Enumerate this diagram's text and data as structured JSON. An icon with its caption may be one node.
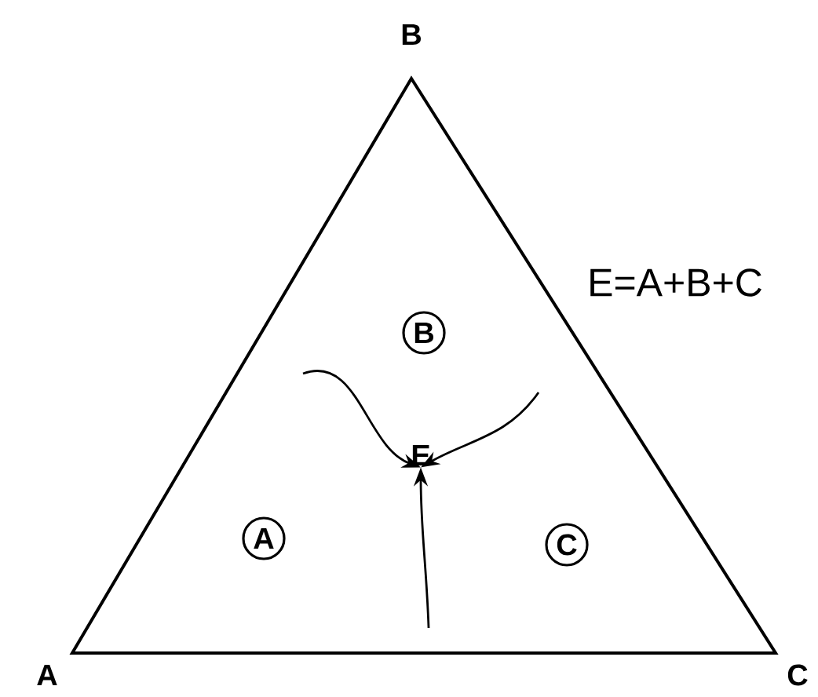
{
  "diagram": {
    "nodes": [
      {
        "text": [
          "B"
        ]
      },
      {
        "text": [
          "A"
        ]
      },
      {
        "text": [
          "C"
        ]
      },
      {
        "text": [
          "E"
        ]
      }
    ],
    "edges": [
      {
        "from": null,
        "to": 3,
        "arrow": "to"
      },
      {
        "from": null,
        "to": 3,
        "arrow": "to"
      },
      {
        "from": null,
        "to": 3,
        "arrow": "to"
      }
    ],
    "labels": [
      "B",
      "E=A+B+C",
      "A",
      "C"
    ]
  }
}
